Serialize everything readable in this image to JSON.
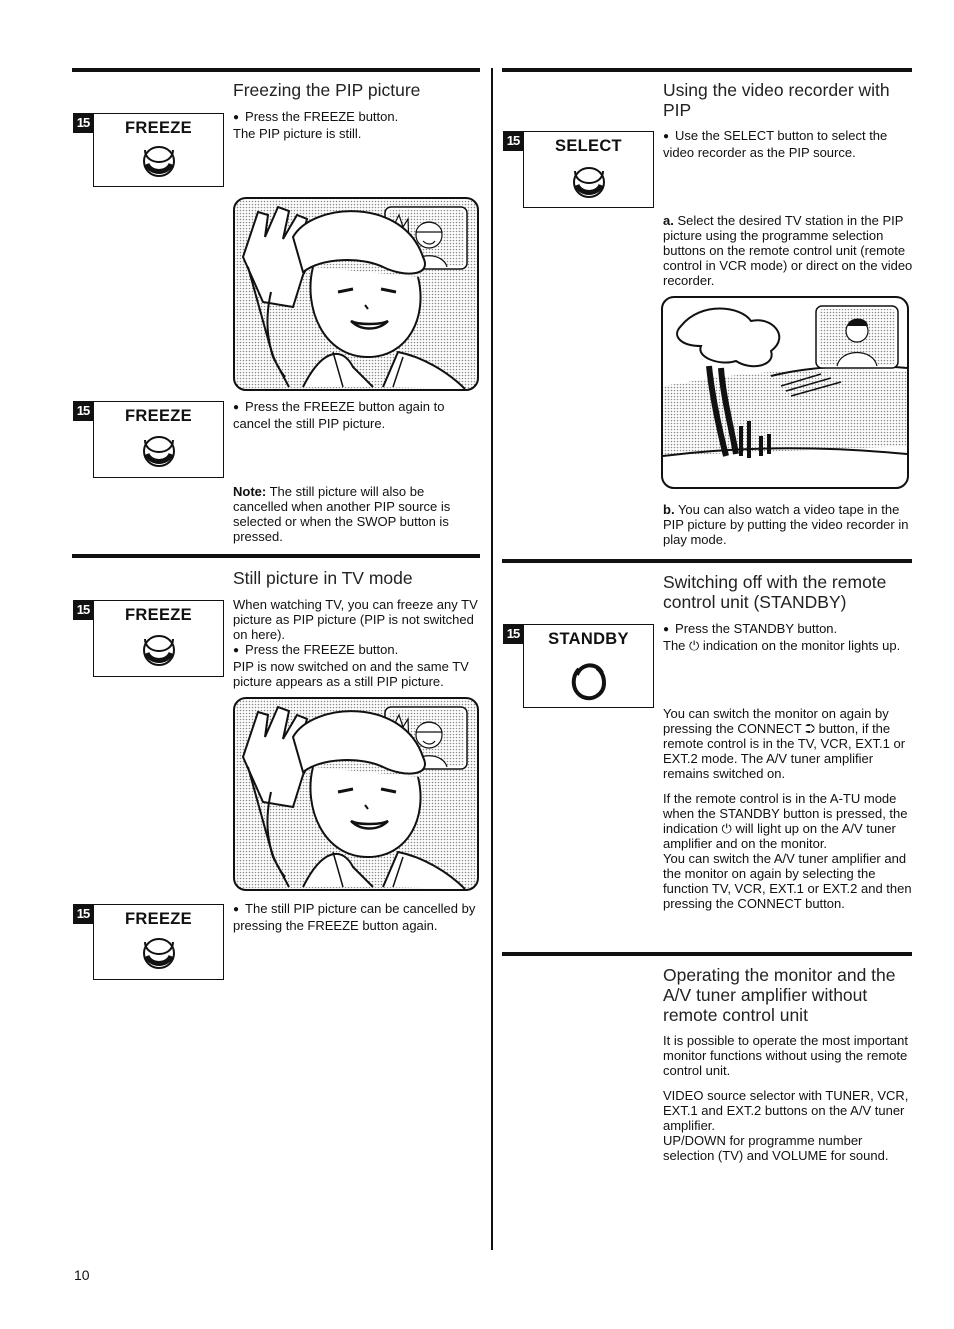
{
  "page_number": "10",
  "tag_label": "15",
  "sections": {
    "freeze_pip": {
      "heading": "Freezing the PIP picture",
      "btn1_label": "FREEZE",
      "step1_line1": "Press the FREEZE button.",
      "step1_line2": "The PIP picture is still.",
      "btn2_label": "FREEZE",
      "step2": "Press the FREEZE button again to cancel the still PIP picture.",
      "note_label": "Note:",
      "note_text": " The still picture will also be cancelled when another PIP source is selected or when the SWOP button is pressed."
    },
    "still_tv": {
      "heading": "Still picture in TV mode",
      "btn1_label": "FREEZE",
      "intro": "When watching TV, you can freeze any TV picture as PIP picture (PIP is not switched on here).",
      "step1": "Press the FREEZE button.",
      "result": "PIP is now switched on and the same TV picture appears as a still PIP picture.",
      "btn2_label": "FREEZE",
      "step2": "The still PIP picture can be cancelled by pressing the FREEZE button again."
    },
    "video_recorder": {
      "heading": "Using the video recorder with PIP",
      "btn_label": "SELECT",
      "step1": "Use the SELECT button to select the video recorder as the PIP source.",
      "a_label": "a.",
      "a_text": " Select the desired TV station in the PIP picture using the programme selection buttons on the remote control unit (remote control in VCR mode) or direct on the video recorder.",
      "b_label": "b.",
      "b_text": " You can also watch a video tape in the PIP picture by putting the video recorder in play mode."
    },
    "standby": {
      "heading": "Switching off with the remote control unit (STANDBY)",
      "btn_label": "STANDBY",
      "step1": "Press the STANDBY button.",
      "step1_result_pre": "The ",
      "power_glyph": "⏻",
      "step1_result_post": " indication on the monitor lights up.",
      "p1_pre": "You can switch the monitor on again by pressing the CONNECT ",
      "connect_glyph": "⮊",
      "p1_post": " button, if the remote control is in the TV, VCR, EXT.1 or EXT.2 mode. The A/V tuner amplifier remains switched on.",
      "p2_pre": "If the remote control is in the A-TU mode when the STANDBY button is pressed, the indication ",
      "p2_post": " will light up on the A/V tuner amplifier and on the monitor.",
      "p3": "You can switch the A/V tuner amplifier and the monitor on again by selecting the function TV, VCR, EXT.1 or EXT.2 and then pressing the CONNECT button."
    },
    "no_remote": {
      "heading": "Operating the monitor and the A/V tuner amplifier without remote control unit",
      "p1": "It is possible to operate the most important monitor functions without using the remote control unit.",
      "p2": "VIDEO source selector with TUNER, VCR, EXT.1 and EXT.2 buttons on the A/V tuner amplifier.",
      "p3": "UP/DOWN for programme number selection (TV) and VOLUME for sound."
    }
  },
  "colors": {
    "ink": "#111111",
    "paper": "#ffffff",
    "screen_dots": "#9a9a9a"
  },
  "icons": [
    "freeze-button-icon",
    "select-button-icon",
    "standby-power-icon",
    "tv-screen-illustration"
  ]
}
